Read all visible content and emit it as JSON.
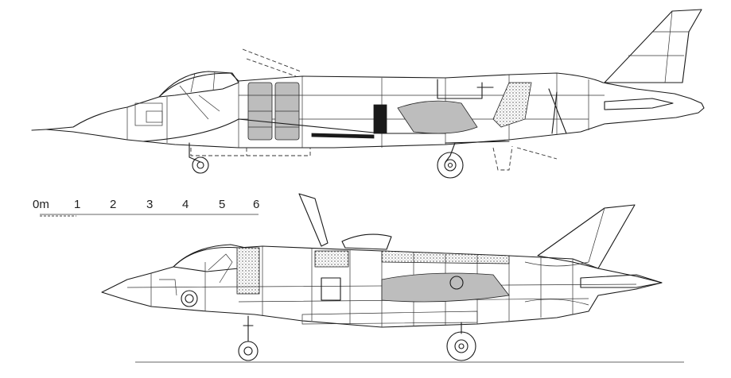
{
  "scale_bar": {
    "labels": [
      "0m",
      "1",
      "2",
      "3",
      "4",
      "5",
      "6"
    ]
  }
}
